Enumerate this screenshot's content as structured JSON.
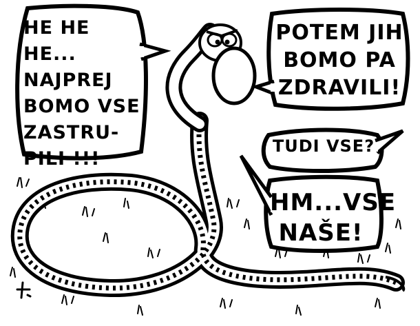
{
  "speech": [
    {
      "id": "bubble-1",
      "text": "HE HE HE...\nNAJPREJ\nBOMO VSE\nZASTRU-\nPILI !!!"
    },
    {
      "id": "bubble-2",
      "text": "POTEM JIH\nBOMO PA\nZDRAVILI!"
    },
    {
      "id": "bubble-3",
      "text": "TUDI VSE?"
    },
    {
      "id": "bubble-4",
      "text": "HM...VSE\nNAŠE!"
    }
  ],
  "colors": {
    "ink": "#000000",
    "paper": "#ffffff"
  }
}
